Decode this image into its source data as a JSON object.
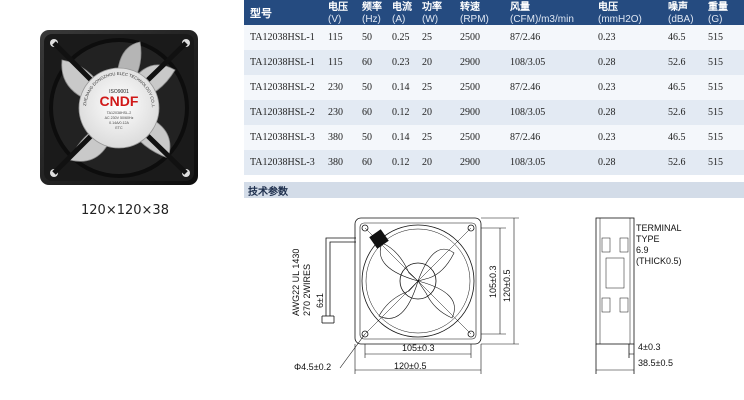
{
  "photo": {
    "brand": "CNDF",
    "iso": "ISO9001",
    "ring_text": "ZHEJIANG DONGZHOU ELEC TECHNOLOGY CO.,LTD",
    "label_lines": [
      "TA12038HSL-2",
      "AC 230V 50/60Hz",
      "0.14A/0.12A",
      "ETC"
    ],
    "dimensions": "120×120×38"
  },
  "table": {
    "headers": [
      {
        "cn": "型号",
        "unit": ""
      },
      {
        "cn": "电压",
        "unit": "(V)"
      },
      {
        "cn": "频率",
        "unit": "(Hz)"
      },
      {
        "cn": "电流",
        "unit": "(A)"
      },
      {
        "cn": "功率",
        "unit": "(W)"
      },
      {
        "cn": "转速",
        "unit": "(RPM)"
      },
      {
        "cn": "风量",
        "unit": "(CFM)/m3/min"
      },
      {
        "cn": "电压",
        "unit": "(mmH2O)"
      },
      {
        "cn": "噪声",
        "unit": "(dBA)"
      },
      {
        "cn": "重量",
        "unit": "(G)"
      }
    ],
    "rows": [
      [
        "TA12038HSL-1",
        "115",
        "50",
        "0.25",
        "25",
        "2500",
        "87/2.46",
        "0.23",
        "46.5",
        "515"
      ],
      [
        "TA12038HSL-1",
        "115",
        "60",
        "0.23",
        "20",
        "2900",
        "108/3.05",
        "0.28",
        "52.6",
        "515"
      ],
      [
        "TA12038HSL-2",
        "230",
        "50",
        "0.14",
        "25",
        "2500",
        "87/2.46",
        "0.23",
        "46.5",
        "515"
      ],
      [
        "TA12038HSL-2",
        "230",
        "60",
        "0.12",
        "20",
        "2900",
        "108/3.05",
        "0.28",
        "52.6",
        "515"
      ],
      [
        "TA12038HSL-3",
        "380",
        "50",
        "0.14",
        "25",
        "2500",
        "87/2.46",
        "0.23",
        "46.5",
        "515"
      ],
      [
        "TA12038HSL-3",
        "380",
        "60",
        "0.12",
        "20",
        "2900",
        "108/3.05",
        "0.28",
        "52.6",
        "515"
      ]
    ]
  },
  "tech_title": "技术参数",
  "drawing": {
    "wire_line1": "AWG22 UL 1430",
    "wire_line2": "270 2WIRES",
    "dim_6": "6±1",
    "dim_105_v": "105±0.3",
    "dim_120_v": "120±0.5",
    "dim_105_h": "105±0.3",
    "dim_120_h": "120±0.5",
    "dim_hole": "Φ4.5±0.2",
    "terminal_line1": "TERMINAL",
    "terminal_line2": "TYPE",
    "terminal_line3": "6.9",
    "terminal_line4": "(THICK0.5)",
    "dim_4": "4±0.3",
    "dim_38": "38.5±0.5"
  }
}
